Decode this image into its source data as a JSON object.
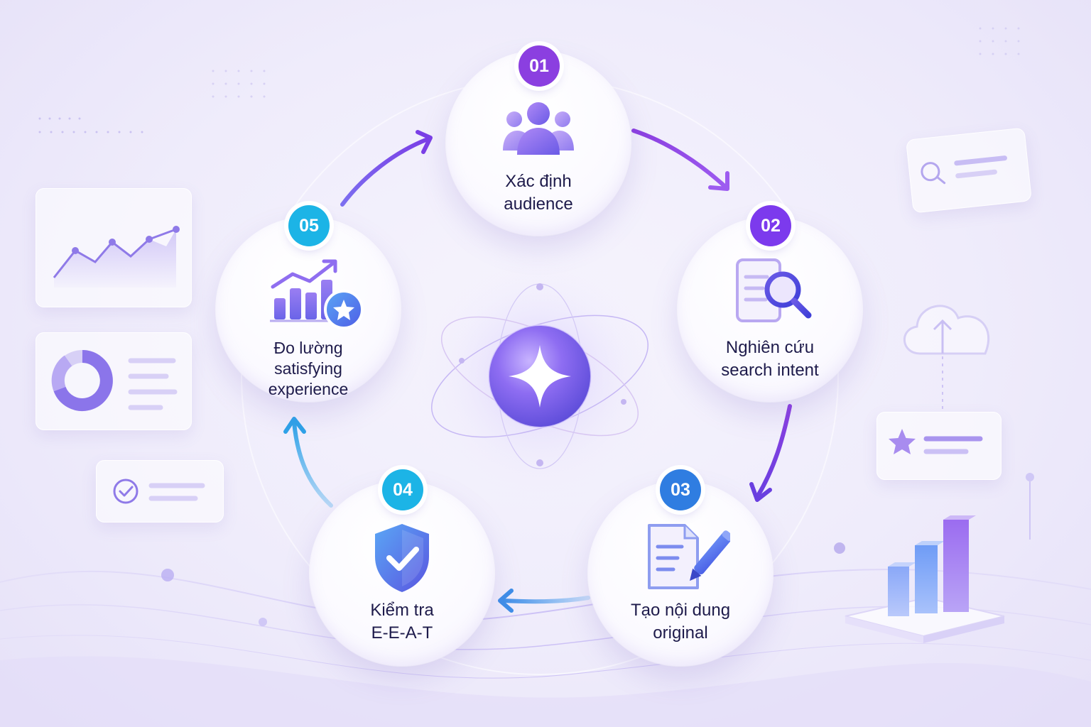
{
  "colors": {
    "step1": "#8b3fe0",
    "step2": "#7c3aed",
    "step3": "#2f7de1",
    "step4": "#1cb4e6",
    "step5": "#1cb4e6",
    "text": "#1e1b4b"
  },
  "steps": [
    {
      "number": "01",
      "line1": "Xác định",
      "line2": "audience",
      "line3": "",
      "icon": "users-icon"
    },
    {
      "number": "02",
      "line1": "Nghiên cứu",
      "line2": "search intent",
      "line3": "",
      "icon": "document-search-icon"
    },
    {
      "number": "03",
      "line1": "Tạo nội dung",
      "line2": "original",
      "line3": "",
      "icon": "document-pen-icon"
    },
    {
      "number": "04",
      "line1": "Kiểm tra",
      "line2": "E-E-A-T",
      "line3": "",
      "icon": "shield-check-icon"
    },
    {
      "number": "05",
      "line1": "Đo lường",
      "line2": "satisfying",
      "line3": "experience",
      "icon": "growth-chart-star-icon"
    }
  ],
  "center": {
    "icon": "sparkle-orb-icon"
  }
}
